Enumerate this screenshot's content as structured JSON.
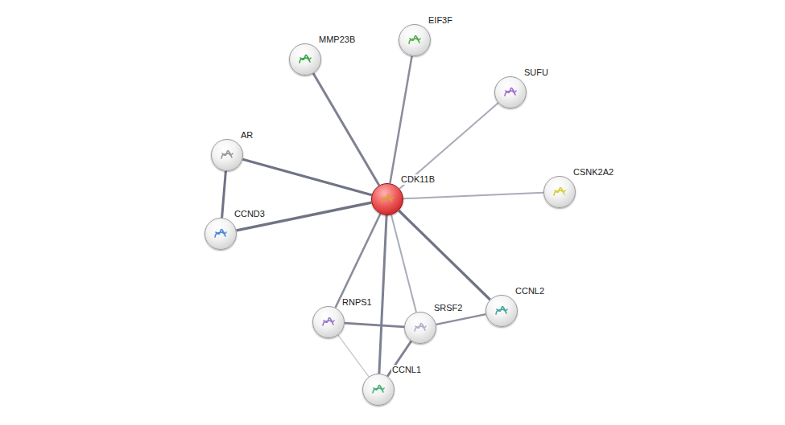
{
  "diagram": {
    "nodes": [
      {
        "text": [
          "MMP23B"
        ]
      },
      {
        "text": [
          "EIF3F"
        ]
      },
      {
        "text": [
          "SUFU"
        ]
      },
      {
        "text": [
          "AR"
        ]
      },
      {
        "text": [
          "CDK11B"
        ]
      },
      {
        "text": [
          "CSNK2A2"
        ]
      },
      {
        "text": [
          "CCND3"
        ]
      },
      {
        "text": [
          "CCNL2"
        ]
      },
      {
        "text": [
          "RNPS1"
        ]
      },
      {
        "text": [
          "SRSF2"
        ]
      },
      {
        "text": [
          "CCNL1"
        ]
      }
    ],
    "edges": [
      {
        "from": 4,
        "to": 0,
        "arrow": "none"
      },
      {
        "from": 4,
        "to": 1,
        "arrow": "none"
      },
      {
        "from": 4,
        "to": 2,
        "arrow": "none"
      },
      {
        "from": 4,
        "to": 3,
        "arrow": "none"
      },
      {
        "from": 4,
        "to": 5,
        "arrow": "none"
      },
      {
        "from": 4,
        "to": 6,
        "arrow": "none"
      },
      {
        "from": 4,
        "to": 7,
        "arrow": "none"
      },
      {
        "from": 4,
        "to": 8,
        "arrow": "none"
      },
      {
        "from": 4,
        "to": 9,
        "arrow": "none"
      },
      {
        "from": 4,
        "to": 10,
        "arrow": "none"
      },
      {
        "from": 3,
        "to": 6,
        "arrow": "none"
      },
      {
        "from": 8,
        "to": 9,
        "arrow": "none"
      },
      {
        "from": 9,
        "to": 7,
        "arrow": "none"
      },
      {
        "from": 9,
        "to": 10,
        "arrow": "none"
      },
      {
        "from": 8,
        "to": 10,
        "arrow": "none"
      }
    ]
  }
}
